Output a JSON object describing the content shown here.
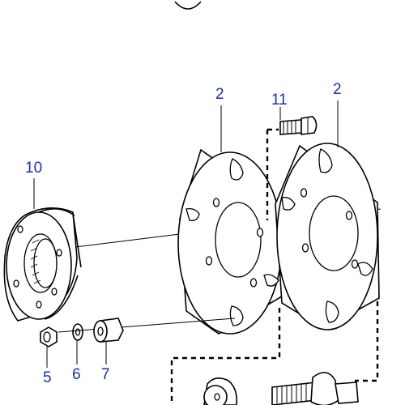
{
  "callouts": {
    "plate_left": "2",
    "plate_right": "2",
    "bolt": "11",
    "flange": "10",
    "nut": "5",
    "washer": "6",
    "spacer": "7"
  }
}
